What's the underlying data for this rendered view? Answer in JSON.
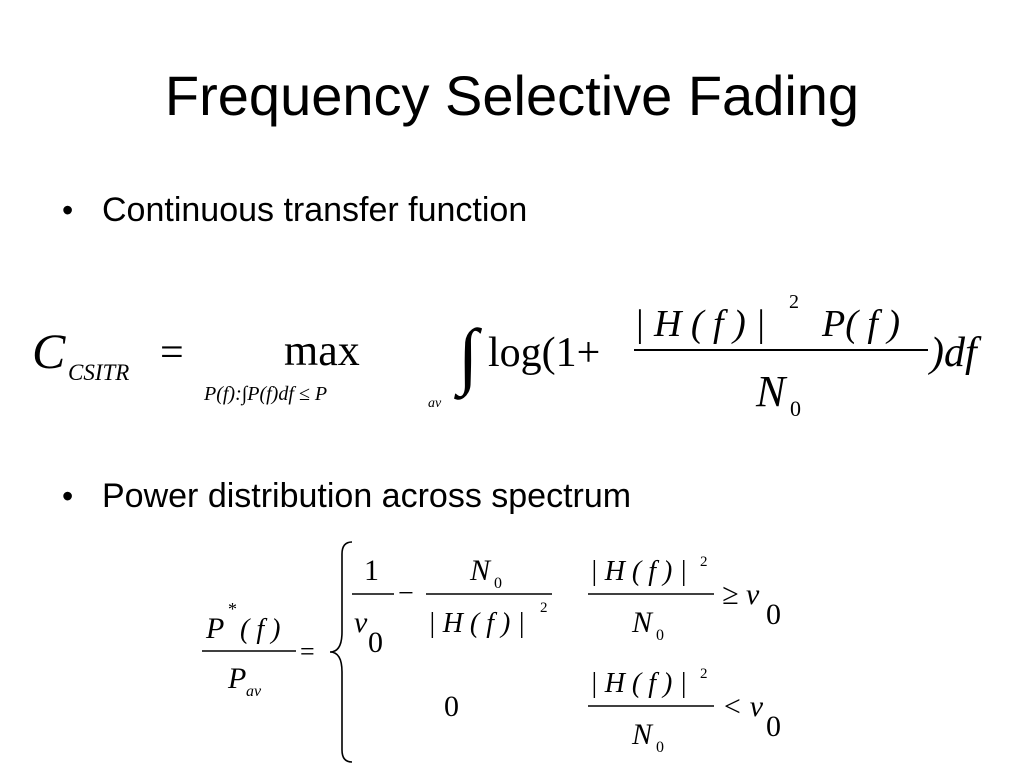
{
  "slide": {
    "title": "Frequency Selective Fading",
    "bullets": [
      {
        "text": "Continuous transfer function"
      },
      {
        "text": "Power distribution across spectrum"
      }
    ],
    "bullet_glyph": "•"
  },
  "eq1": {
    "C": "C",
    "sub_csitr": "CSITR",
    "equals": "=",
    "max": "max",
    "constraint": "P(f):∫P(f)df ≤ P",
    "constraint_sub": "av",
    "integral": "∫",
    "log_open": "log(1+",
    "numerator_H": "| H ( f ) |",
    "numerator_sq": "2",
    "numerator_P": "P( f )",
    "den_N": "N",
    "den_sub": "0",
    "tail": ")df"
  },
  "eq2": {
    "lhs_P": "P",
    "lhs_star": "*",
    "lhs_arg": "( f )",
    "lhs_den_P": "P",
    "lhs_den_sub": "av",
    "equals": "=",
    "case1": {
      "one": "1",
      "v": "v",
      "v_sub": "0",
      "minus": "−",
      "N": "N",
      "N_sub": "0",
      "H": "| H ( f ) |",
      "H_sq": "2",
      "cond_H": "| H ( f ) |",
      "cond_sq": "2",
      "cond_N": "N",
      "cond_N_sub": "0",
      "cond_op": "≥ v",
      "cond_v_sub": "0"
    },
    "case2": {
      "zero": "0",
      "cond_H": "| H ( f ) |",
      "cond_sq": "2",
      "cond_N": "N",
      "cond_N_sub": "0",
      "cond_op": "< v",
      "cond_v_sub": "0"
    }
  }
}
